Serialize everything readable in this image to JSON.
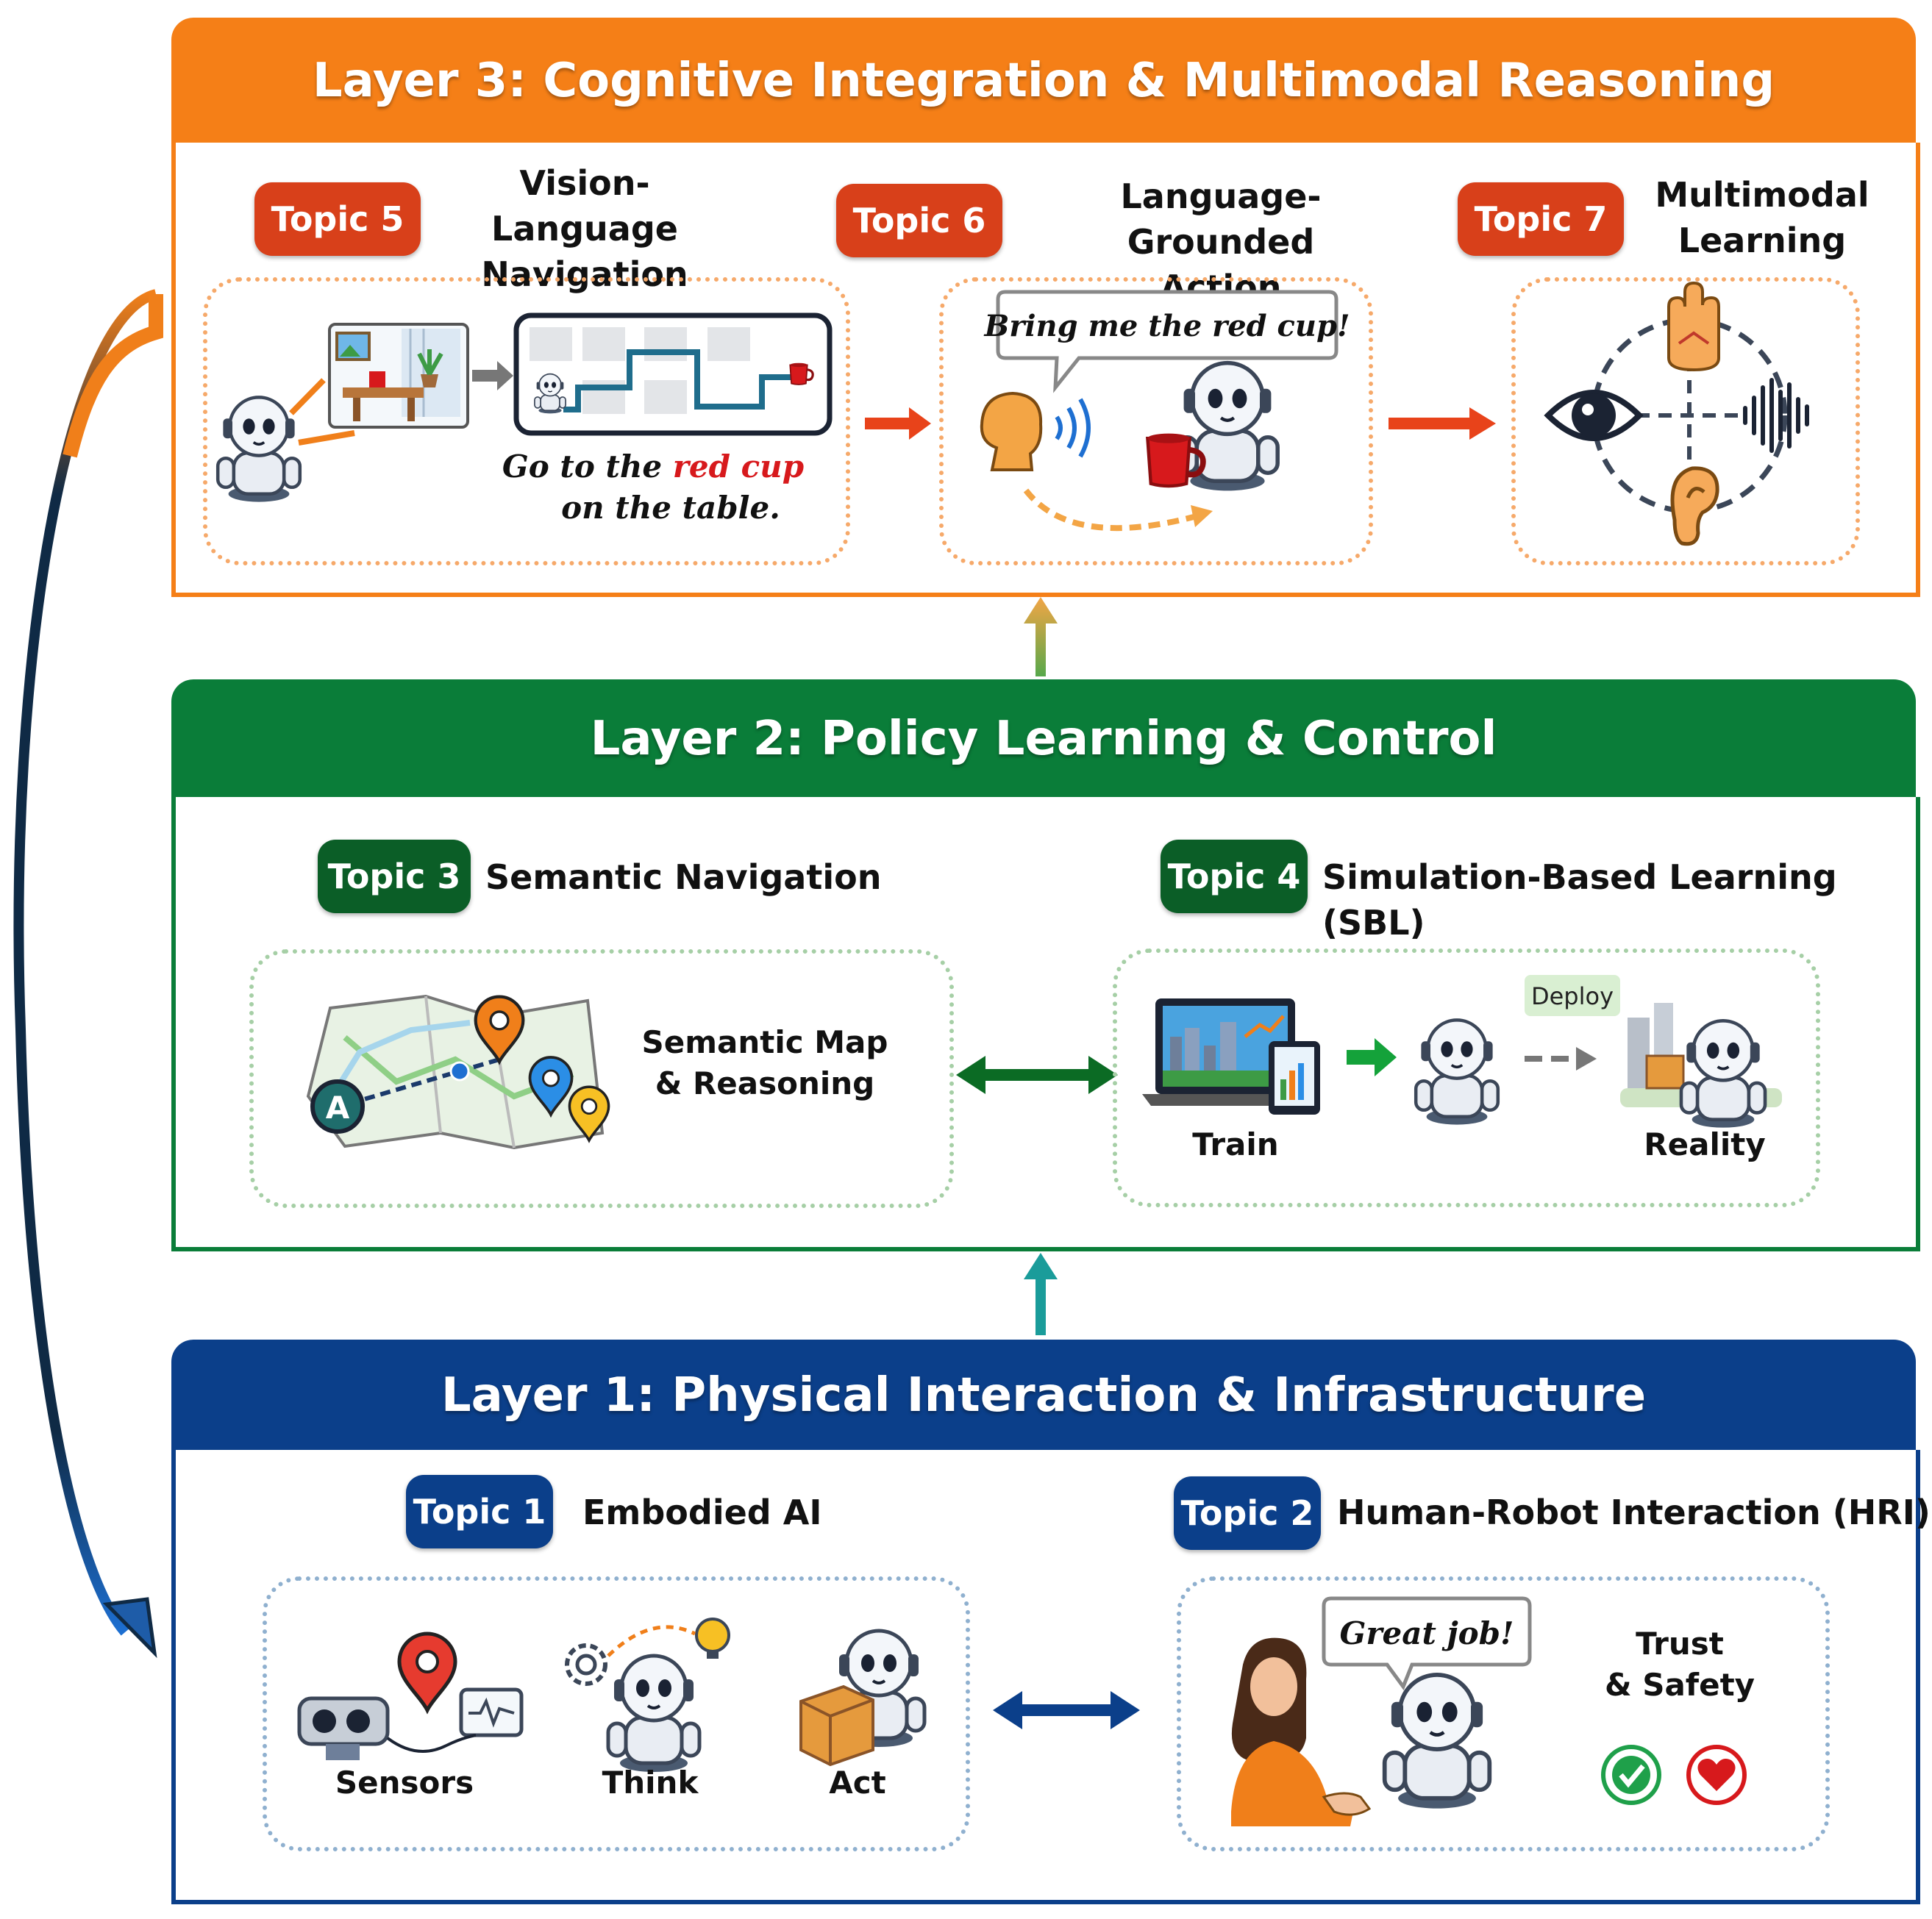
{
  "colors": {
    "layer3": "#F57F17",
    "layer3_badge": "#D8401A",
    "layer2": "#0A7D39",
    "layer2_badge": "#0B5E27",
    "layer1": "#0B3F8A",
    "layer1_badge": "#0B3F8A",
    "red_text": "#D7191C"
  },
  "layer3": {
    "title": "Layer 3: Cognitive Integration & Multimodal Reasoning",
    "topic5": {
      "badge": "Topic 5",
      "title_line1": "Vision-Language",
      "title_line2": "Navigation",
      "caption_pre": "Go to the ",
      "caption_red": "red cup",
      "caption_line2": "on the table."
    },
    "topic6": {
      "badge": "Topic 6",
      "title_line1": "Language-Grounded",
      "title_line2": "Action",
      "speech": "Bring me the red cup!"
    },
    "topic7": {
      "badge": "Topic 7",
      "title_line1": "Multimodal",
      "title_line2": "Learning"
    }
  },
  "layer2": {
    "title": "Layer 2: Policy Learning & Control",
    "topic3": {
      "badge": "Topic 3",
      "title": "Semantic Navigation",
      "caption_line1": "Semantic Map",
      "caption_line2": "& Reasoning",
      "pin_label": "A"
    },
    "topic4": {
      "badge": "Topic 4",
      "title": "Simulation-Based Learning (SBL)",
      "train": "Train",
      "deploy": "Deploy",
      "reality": "Reality"
    }
  },
  "layer1": {
    "title": "Layer 1: Physical Interaction & Infrastructure",
    "topic1": {
      "badge": "Topic 1",
      "title": "Embodied AI",
      "sensors": "Sensors",
      "think": "Think",
      "act": "Act"
    },
    "topic2": {
      "badge": "Topic 2",
      "title": "Human-Robot Interaction (HRI)",
      "speech": "Great job!",
      "trust_line1": "Trust",
      "trust_line2": "& Safety"
    }
  }
}
